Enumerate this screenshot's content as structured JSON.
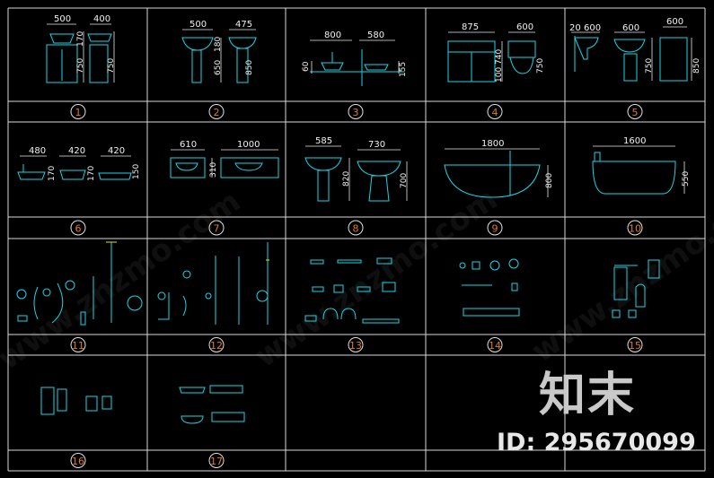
{
  "cells": [
    {
      "num": "1",
      "dims": [
        "500",
        "400",
        "170",
        "750",
        "750"
      ]
    },
    {
      "num": "2",
      "dims": [
        "500",
        "475",
        "180",
        "650",
        "850"
      ]
    },
    {
      "num": "3",
      "dims": [
        "800",
        "580",
        "60",
        "155"
      ]
    },
    {
      "num": "4",
      "dims": [
        "875",
        "600",
        "740",
        "100",
        "750"
      ]
    },
    {
      "num": "5",
      "dims": [
        "20",
        "600",
        "600",
        "600",
        "750",
        "850"
      ]
    },
    {
      "num": "6",
      "dims": [
        "480",
        "420",
        "420",
        "170",
        "170",
        "150"
      ]
    },
    {
      "num": "7",
      "dims": [
        "610",
        "1000",
        "310"
      ]
    },
    {
      "num": "8",
      "dims": [
        "585",
        "730",
        "820",
        "700"
      ]
    },
    {
      "num": "9",
      "dims": [
        "1800",
        "800"
      ]
    },
    {
      "num": "10",
      "dims": [
        "1600",
        "550"
      ]
    },
    {
      "num": "11",
      "dims": []
    },
    {
      "num": "12",
      "dims": []
    },
    {
      "num": "13",
      "dims": []
    },
    {
      "num": "14",
      "dims": []
    },
    {
      "num": "15",
      "dims": []
    },
    {
      "num": "16",
      "dims": []
    },
    {
      "num": "17",
      "dims": []
    }
  ],
  "brand": {
    "logo_text": "知末",
    "id_text": "ID: 295670099"
  },
  "watermark": "www.znzmo.com",
  "colors": {
    "line": "#19d6e6",
    "grid": "#d8d8d8",
    "label": "#e07a20",
    "background": "#000000"
  }
}
